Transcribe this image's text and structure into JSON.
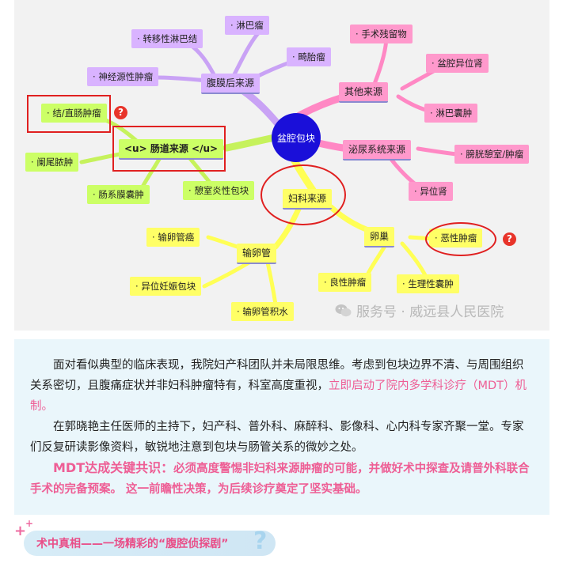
{
  "mindmap": {
    "root": "盆腔包块",
    "branches": {
      "retroperitoneal": {
        "label": "腹膜后来源",
        "items": [
          "淋巴瘤",
          "转移性淋巴结",
          "畸胎瘤",
          "神经源性肿瘤"
        ]
      },
      "other": {
        "label": "其他来源",
        "items": [
          "手术残留物",
          "盆腔异位肾",
          "淋巴囊肿"
        ]
      },
      "urinary": {
        "label": "泌尿系统来源",
        "items": [
          "膀胱憩室/肿瘤",
          "异位肾"
        ]
      },
      "intestinal": {
        "label": "<u> 肠道来源 </u>",
        "items": [
          "结/直肠肿瘤",
          "阑尾脓肿",
          "肠系膜囊肿",
          "憩室炎性包块"
        ]
      },
      "gynecologic": {
        "label": "妇科来源"
      },
      "ovary": {
        "label": "卵巢",
        "items": [
          "恶性肿瘤",
          "良性肿瘤",
          "生理性囊肿"
        ]
      },
      "tube": {
        "label": "输卵管",
        "items": [
          "输卵管癌",
          "异位妊娠包块",
          "输卵管积水"
        ]
      }
    },
    "badges": [
      "?",
      "?"
    ],
    "watermark": "服务号 · 威远县人民医院",
    "colors": {
      "root": "#1a0fd9",
      "retroperitoneal": "#d9b3ff",
      "other": "#ff99cc",
      "intestinal": "#ccff66",
      "gynecologic": "#ffff66",
      "highlight": "#e02020"
    }
  },
  "article": {
    "p1_a": "面对看似典型的临床表现，我院妇产科团队并未局限思维。考虑到包块边界不清、与周围组织关系密切，且腹痛症状并非妇科肿瘤特有，科室高度重视，",
    "p1_b": "立即启动了院内多学科诊疗（MDT）机制。",
    "p2": "在郭晓艳主任医师的主持下，妇产科、普外科、麻醉科、影像科、心内科专家齐聚一堂。专家们反复研读影像资料，敏锐地注意到包块与肠管关系的微妙之处。",
    "p3_a": "MDT达成关键共识：",
    "p3_b": "必须高度警惕非妇科来源肿瘤的可能，并做好术中探查及请普外科联合手术的完备预案。",
    "p3_c": " 这一前瞻性决策，为后续诊疗奠定了坚实基础。",
    "accent_color": "#ee5e95"
  },
  "section": {
    "title": "术中真相——一场精彩的“腹腔侦探剧”",
    "question_glyph": "?"
  }
}
